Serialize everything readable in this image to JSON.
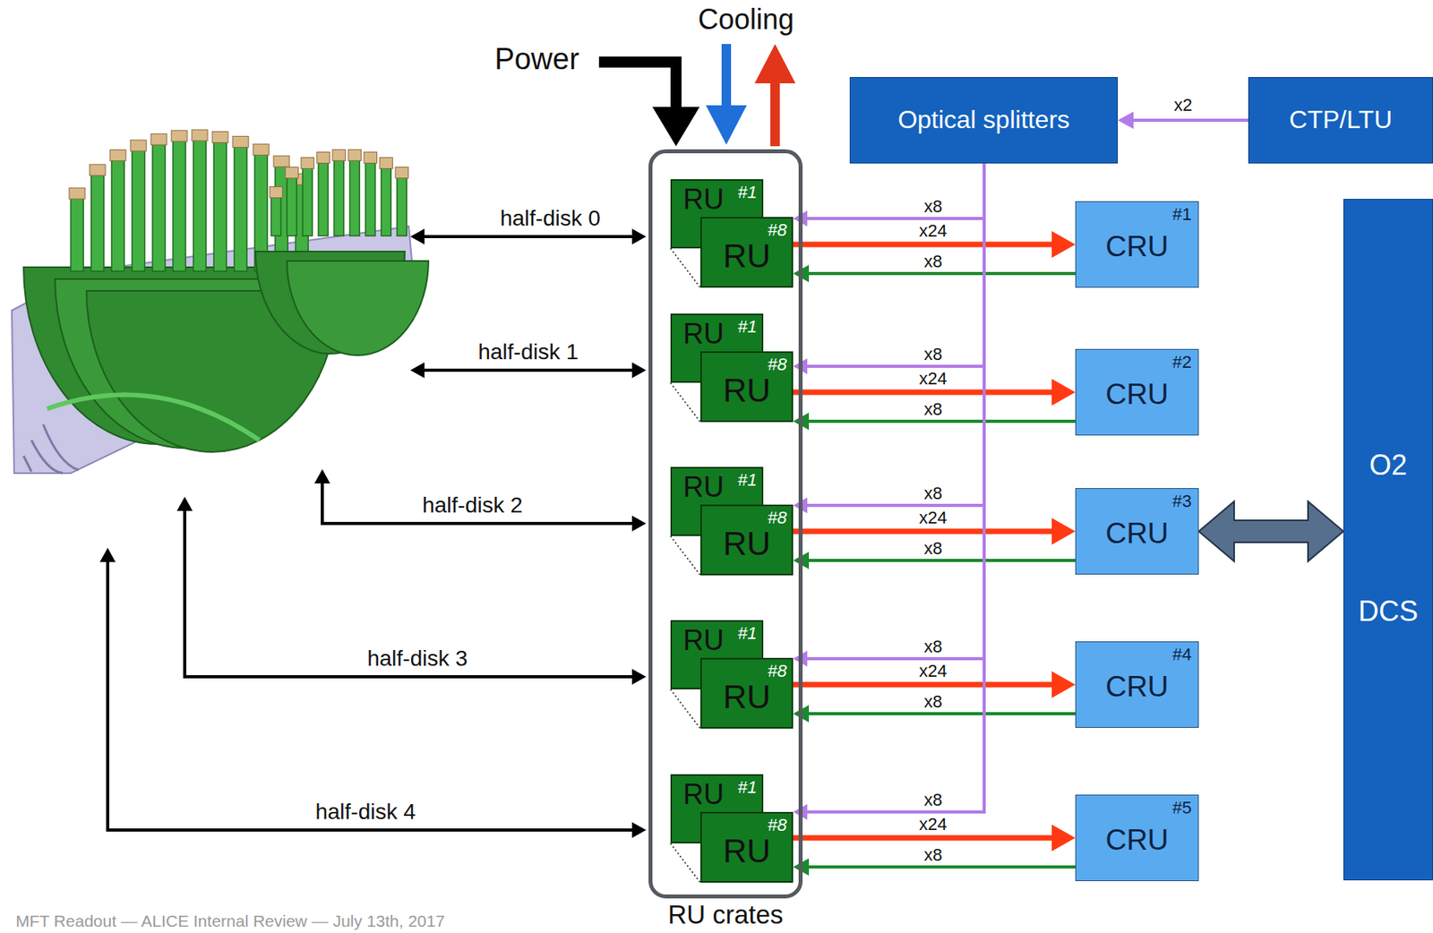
{
  "diagram": {
    "nodes": [
      {
        "text": [
          "Optical splitters"
        ]
      },
      {
        "text": [
          "CTP/LTU"
        ]
      },
      {
        "text": [
          "RU crates"
        ]
      },
      {
        "text": [
          "RU",
          "#1"
        ],
        "in": 2
      },
      {
        "text": [
          "RU",
          "#8"
        ],
        "in": 2
      },
      {
        "text": [
          "RU",
          "#1"
        ],
        "in": 2
      },
      {
        "text": [
          "RU",
          "#8"
        ],
        "in": 2
      },
      {
        "text": [
          "RU",
          "#1"
        ],
        "in": 2
      },
      {
        "text": [
          "RU",
          "#8"
        ],
        "in": 2
      },
      {
        "text": [
          "RU",
          "#1"
        ],
        "in": 2
      },
      {
        "text": [
          "RU",
          "#8"
        ],
        "in": 2
      },
      {
        "text": [
          "RU",
          "#1"
        ],
        "in": 2
      },
      {
        "text": [
          "RU",
          "#8"
        ],
        "in": 2
      },
      {
        "text": [
          "CRU",
          "#1"
        ]
      },
      {
        "text": [
          "CRU",
          "#2"
        ]
      },
      {
        "text": [
          "CRU",
          "#3"
        ]
      },
      {
        "text": [
          "CRU",
          "#4"
        ]
      },
      {
        "text": [
          "CRU",
          "#5"
        ]
      },
      {
        "text": [
          "O2",
          "DCS"
        ]
      }
    ],
    "edges": [
      {
        "from": 1,
        "to": 0,
        "arrow": "to",
        "label": "x2"
      },
      {
        "from": 0,
        "to": 4,
        "arrow": "to",
        "label": "x8"
      },
      {
        "from": 4,
        "to": 13,
        "arrow": "to",
        "label": "x24"
      },
      {
        "from": 13,
        "to": 4,
        "arrow": "to",
        "label": "x8"
      },
      {
        "from": 0,
        "to": 6,
        "arrow": "to",
        "label": "x8"
      },
      {
        "from": 6,
        "to": 14,
        "arrow": "to",
        "label": "x24"
      },
      {
        "from": 14,
        "to": 6,
        "arrow": "to",
        "label": "x8"
      },
      {
        "from": 0,
        "to": 8,
        "arrow": "to",
        "label": "x8"
      },
      {
        "from": 8,
        "to": 15,
        "arrow": "to",
        "label": "x24"
      },
      {
        "from": 15,
        "to": 8,
        "arrow": "to",
        "label": "x8"
      },
      {
        "from": 0,
        "to": 10,
        "arrow": "to",
        "label": "x8"
      },
      {
        "from": 10,
        "to": 16,
        "arrow": "to",
        "label": "x24"
      },
      {
        "from": 16,
        "to": 10,
        "arrow": "to",
        "label": "x8"
      },
      {
        "from": 0,
        "to": 12,
        "arrow": "to",
        "label": "x8"
      },
      {
        "from": 12,
        "to": 17,
        "arrow": "to",
        "label": "x24"
      },
      {
        "from": 17,
        "to": 12,
        "arrow": "to",
        "label": "x8"
      },
      {
        "from": 15,
        "to": 18,
        "arrow": "both"
      }
    ],
    "labels": [
      "Power",
      "Cooling",
      "half-disk 0",
      "half-disk 1",
      "half-disk 2",
      "half-disk 3",
      "half-disk 4",
      "MFT Readout — ALICE Internal Review — July 13th, 2017"
    ]
  }
}
